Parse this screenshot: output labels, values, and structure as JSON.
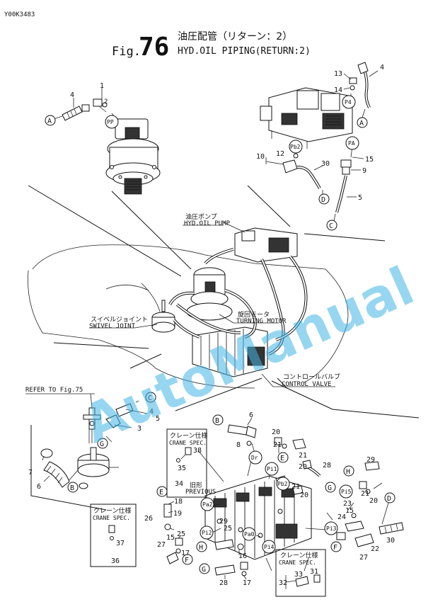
{
  "doc_code": "Y00K3483",
  "title": {
    "fig_prefix": "Fig.",
    "fig_number": "76",
    "jp": "油圧配管（リターン：2）",
    "en": "HYD.OIL PIPING(RETURN:2)"
  },
  "component_labels": {
    "pump_jp": "油圧ポンプ",
    "pump_en": "HYD.OIL PUMP",
    "swivel_jp": "スイベルジョイント",
    "swivel_en": "SWIVEL JOINT",
    "motor_jp": "旋回モータ",
    "motor_en": "TURNING MOTOR",
    "valve_jp": "コントロールバルブ",
    "valve_en": "CONTROL VALVE"
  },
  "refer_to": "REFER TO Fig.75",
  "crane_spec": {
    "jp": "クレーン仕様",
    "en": "CRANE SPEC."
  },
  "previous": {
    "jp": "旧形",
    "en": "PREVIOUS"
  },
  "connectors": {
    "A": "A",
    "B": "B",
    "C": "C",
    "D": "D",
    "E": "E",
    "F": "F",
    "G": "G",
    "H": "H",
    "PP": "PP",
    "P4": "P4",
    "Pb2": "Pb2",
    "PA": "PA",
    "Dr": "Dr",
    "Pi1": "Pi1",
    "Pa2": "Pa2",
    "Pi2": "Pi2",
    "Pa0": "Pa0",
    "Pi4": "Pi4",
    "Pb2b": "Pb2",
    "Pi5": "Pi5",
    "Pi3": "Pi3"
  },
  "part_numbers": {
    "n1": "1",
    "n2": "2",
    "n3": "3",
    "n4a": "4",
    "n4b": "4",
    "n5a": "5",
    "n5b": "5",
    "n6a": "6",
    "n6b": "6",
    "n7": "7",
    "n8": "8",
    "n9": "9",
    "n10": "10",
    "n12": "12",
    "n13": "13",
    "n14": "14",
    "n15a": "15",
    "n15b": "15",
    "n16": "16",
    "n17": "17",
    "n18": "18",
    "n19": "19",
    "n20a": "20",
    "n20b": "20",
    "n20c": "20",
    "n21a": "21",
    "n21b": "21",
    "n21c": "21",
    "n22": "22",
    "n23": "23",
    "n24": "24",
    "n25": "25",
    "n25b": "25",
    "n26": "26",
    "n27a": "27",
    "n27b": "27",
    "n28a": "28",
    "n28b": "28",
    "n29": "29",
    "n30a": "30",
    "n30b": "30",
    "n31": "31",
    "n32": "32",
    "n33": "33",
    "n34": "34",
    "n35": "35",
    "n36": "36",
    "n37": "37",
    "n38": "38"
  },
  "watermark": "AutoManual"
}
